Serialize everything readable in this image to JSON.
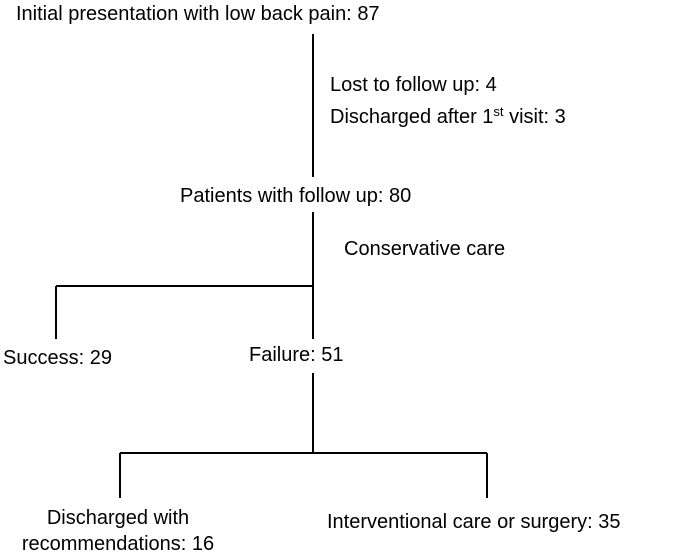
{
  "flowchart": {
    "initial": {
      "label": "Initial presentation with low back pain:",
      "count": "87"
    },
    "exclusions": {
      "lost": {
        "label": "Lost to follow up:",
        "count": "4"
      },
      "discharged_first": {
        "label_pre": "Discharged after 1",
        "label_sup": "st",
        "label_post": " visit:",
        "count": "3"
      }
    },
    "followup": {
      "label": "Patients with follow up:",
      "count": "80"
    },
    "conservative": {
      "label": "Conservative care"
    },
    "success": {
      "label": "Success:",
      "count": "29"
    },
    "failure": {
      "label": "Failure:",
      "count": "51"
    },
    "discharged_recommendations": {
      "label_line1": "Discharged with",
      "label_line2": "recommendations:",
      "count": "16"
    },
    "interventional": {
      "label": "Interventional care or surgery:",
      "count": "35"
    }
  }
}
